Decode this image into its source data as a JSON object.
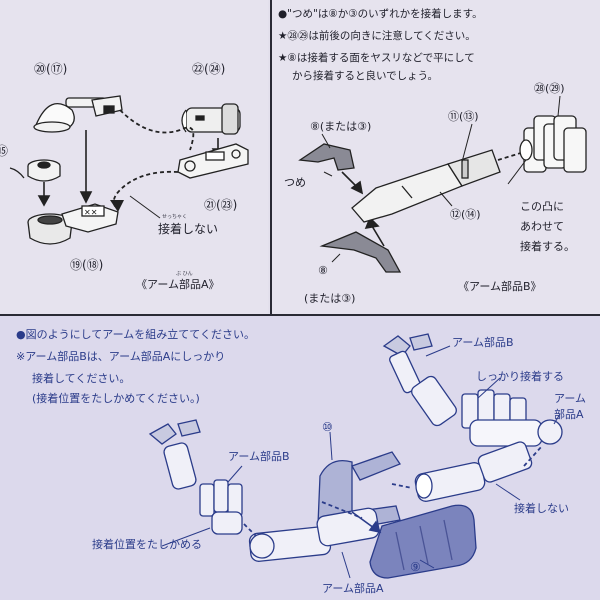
{
  "top_left": {
    "labels": {
      "part_20_17": "⑳(⑰)",
      "part_22_24": "㉒(㉔)",
      "part_15": "⑮",
      "part_21_23": "㉑(㉓)",
      "part_19_18": "⑲(⑱)",
      "setchaku_shinai": "接着しない",
      "setchaku_ruby": "せっちゃく"
    },
    "caption": "《アーム部品A》",
    "caption_ruby": "ぶ ひん"
  },
  "top_right": {
    "note1": "●\"つめ\"は⑧か③のいずれかを接着します。",
    "note2": "★㉘㉙は前後の向きに注意してください。",
    "note3": "★⑧は接着する面をヤスリなどで平にして",
    "note4": "から接着すると良いでしょう。",
    "labels": {
      "part_8_or_3_top": "⑧(または③)",
      "part_11_13": "⑪(⑬)",
      "part_28_29": "㉘(㉙)",
      "tsume": "つめ",
      "part_12_14": "⑫(⑭)",
      "kono_ototsu": "この凸に",
      "awasete": "あわせて",
      "setchaku_suru": "接着する。",
      "part_8": "⑧",
      "or_3": "(または③)"
    },
    "caption": "《アーム部品B》"
  },
  "bottom": {
    "instr1": "●図のようにしてアームを組み立ててください。",
    "instr2": "※アーム部品Bは、アーム部品Aにしっかり",
    "instr3": "接着してください。",
    "instr4": "(接着位置をたしかめてください。)",
    "labels": {
      "arm_b_top": "アーム部品B",
      "shikkari": "しっかり接着する",
      "arm_a_right_1": "アーム",
      "arm_a_right_2": "部品A",
      "part_10": "⑩",
      "arm_b_left": "アーム部品B",
      "setchaku_shinai": "接着しない",
      "setchaku_ichi": "接着位置をたしかめる",
      "part_9": "⑨",
      "arm_a_bottom": "アーム部品A"
    }
  }
}
